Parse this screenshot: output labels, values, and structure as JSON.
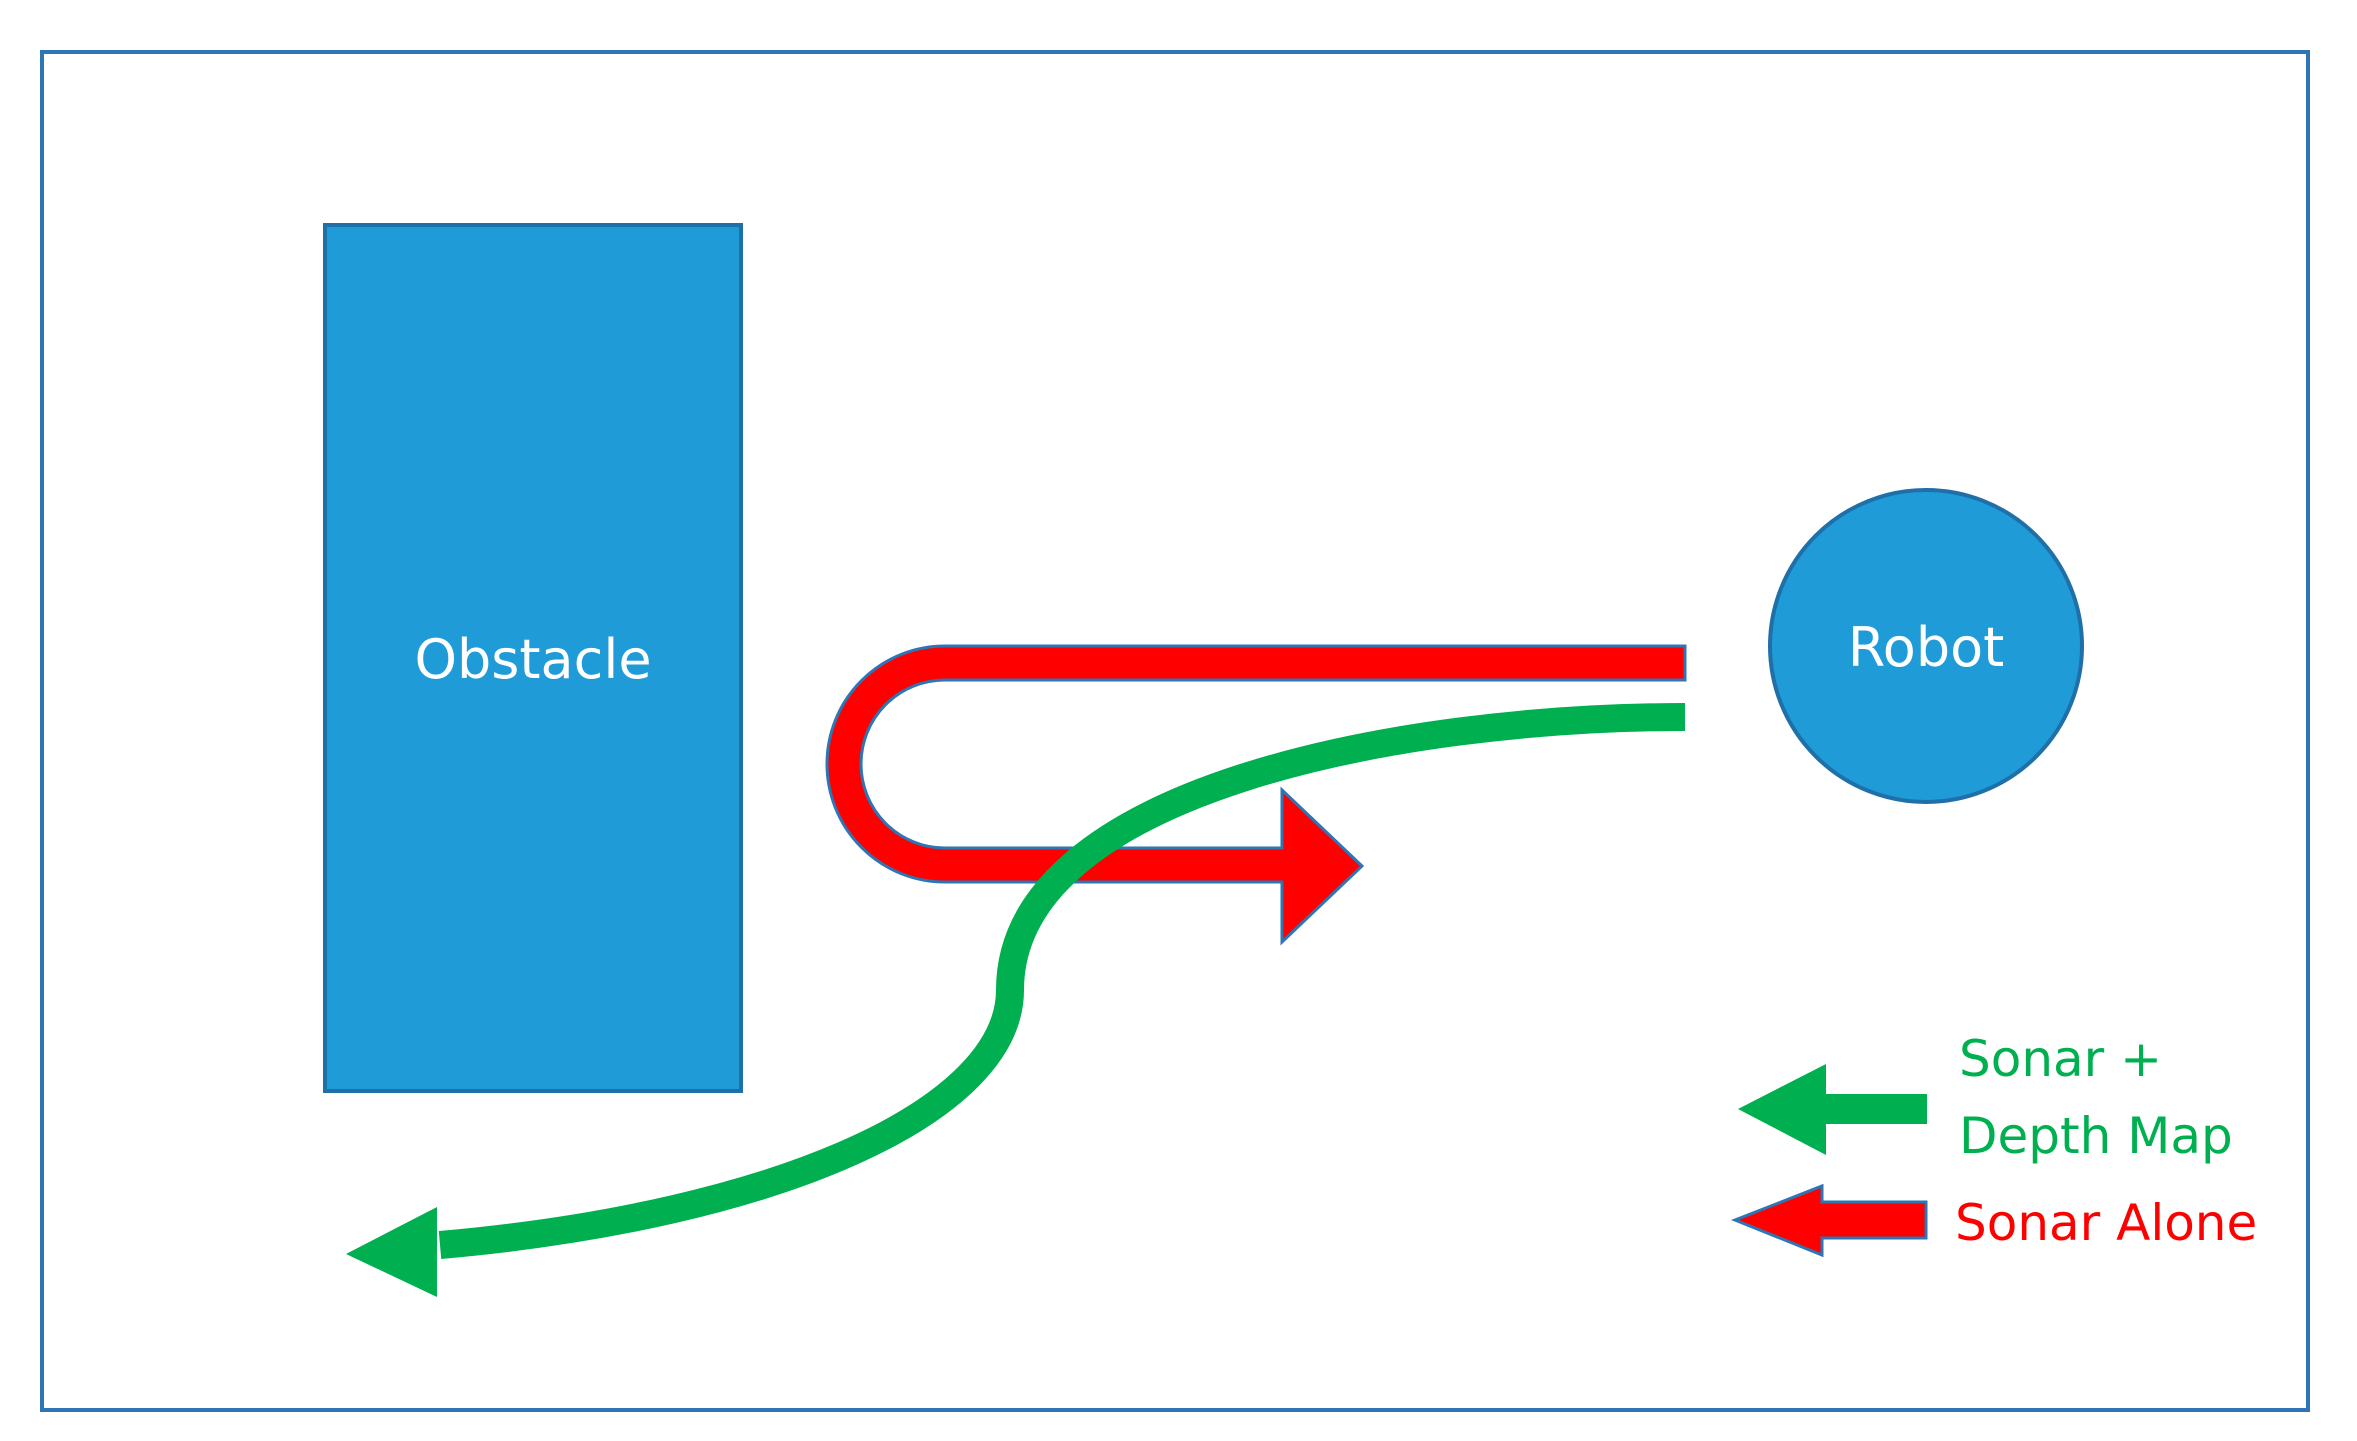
{
  "diagram": {
    "obstacle": {
      "label": "Obstacle"
    },
    "robot": {
      "label": "Robot"
    },
    "legend": {
      "depth_line1": "Sonar +",
      "depth_line2": "Depth Map",
      "sonar_alone": "Sonar Alone"
    },
    "colors": {
      "frame": "#2E75B6",
      "shape_fill": "#1F9BD7",
      "shape_stroke": "#1F6FA8",
      "green": "#00B050",
      "red": "#FF0000",
      "text_on_shape": "#FFFFFF"
    }
  }
}
